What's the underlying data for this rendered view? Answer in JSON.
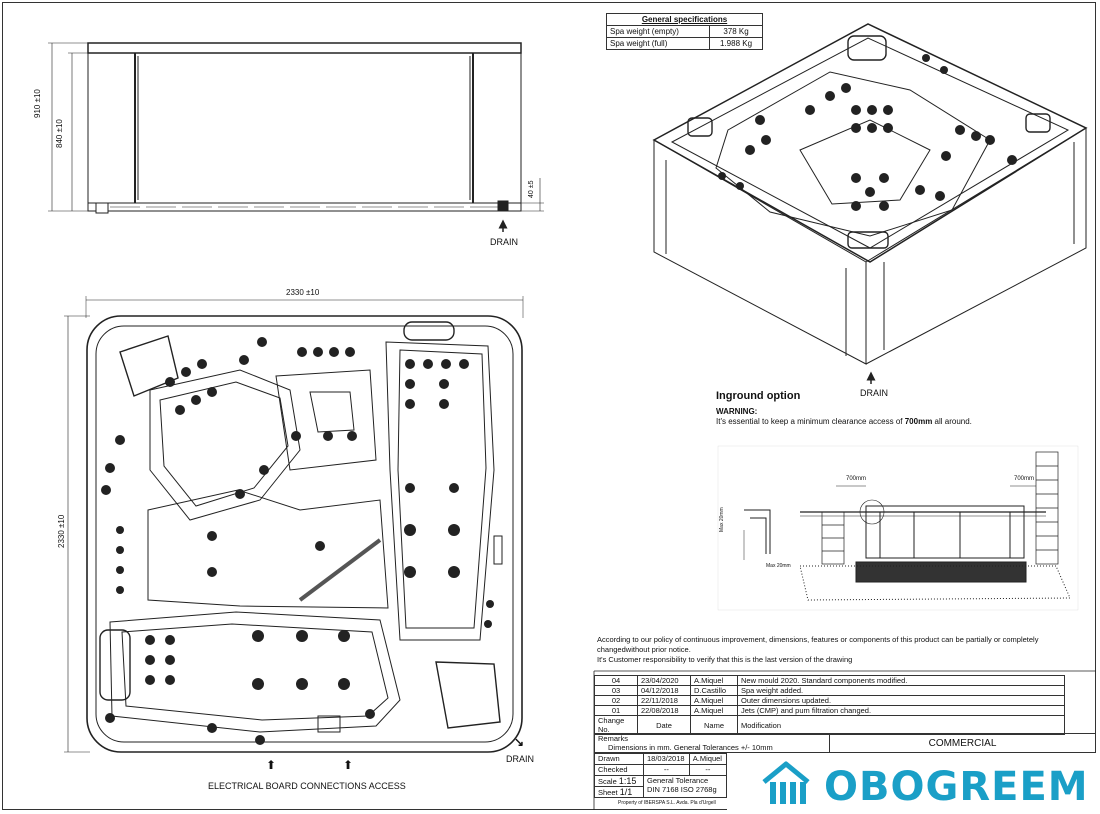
{
  "general_specs": {
    "title": "General specifications",
    "rows": [
      {
        "label": "Spa weight (empty)",
        "value": "378 Kg"
      },
      {
        "label": "Spa weight (full)",
        "value": "1.988 Kg"
      }
    ]
  },
  "side_view": {
    "dim_height_total": "910 ±10",
    "dim_height_body": "840 ±10",
    "dim_drain": "40 ±5",
    "drain_label": "DRAIN"
  },
  "top_view": {
    "dim_width": "2330 ±10",
    "dim_depth": "2330 ±10",
    "drain_label": "DRAIN",
    "electrical_label": "ELECTRICAL BOARD CONNECTIONS ACCESS"
  },
  "iso_view": {
    "drain_label": "DRAIN"
  },
  "inground": {
    "title": "Inground option",
    "warning_title": "WARNING:",
    "warning_prefix": "It's essential to keep a minimum clearance access of ",
    "warning_value": "700mm",
    "warning_suffix": " all around.",
    "clearance_left": "700mm",
    "clearance_right": "700mm",
    "max_left": "Max 20mm",
    "max_bottom": "Max 20mm"
  },
  "policy": {
    "line1": "According to our policy of continuous improvement, dimensions, features or components of this product can be partially or completely",
    "line2": "changedwithout prior notice.",
    "line3": "It's Customer responsibility to verify that this is the last version of the drawing"
  },
  "revisions": {
    "rows": [
      {
        "no": "04",
        "date": "23/04/2020",
        "name": "A.Miquel",
        "mod": "New mould 2020. Standard components modified."
      },
      {
        "no": "03",
        "date": "04/12/2018",
        "name": "D.Castillo",
        "mod": "Spa weight added."
      },
      {
        "no": "02",
        "date": "22/11/2018",
        "name": "A.Miquel",
        "mod": "Outer dimensions updated."
      },
      {
        "no": "01",
        "date": "22/08/2018",
        "name": "A.Miquel",
        "mod": "Jets (CMP) and pum filtration changed."
      }
    ],
    "header": {
      "no": "Change No.",
      "date": "Date",
      "name": "Name",
      "mod": "Modification"
    }
  },
  "title_block": {
    "remarks_label": "Remarks",
    "remarks_text": "Dimensions in mm. General Tolerances +/- 10mm",
    "commercial": "COMMERCIAL",
    "drawn_label": "Drawn",
    "drawn_date": "18/03/2018",
    "drawn_name": "A.Miquel",
    "checked_label": "Checked",
    "checked_date": "--",
    "checked_name": "--",
    "scale_label": "Scale",
    "scale_value": "1:15",
    "sheet_label": "Sheet",
    "sheet_value": "1/1",
    "tolerance_title": "General Tolerance",
    "tolerance_std": "DIN 7168 ISO 2768g",
    "property": "Property of IBERSPA S.L. Avda. Pla d'Urgell"
  },
  "logo": {
    "text": "OBOGREEM",
    "color": "#1a9fc7"
  }
}
